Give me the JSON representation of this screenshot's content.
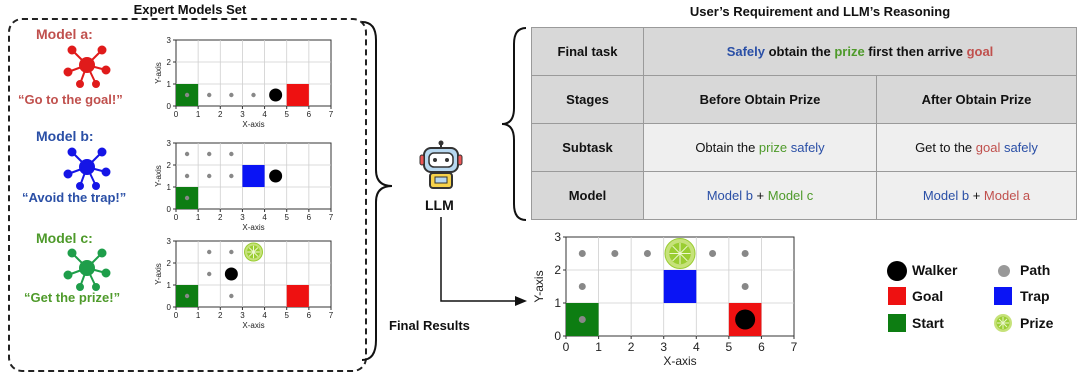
{
  "headers": {
    "expert_set": "Expert Models Set",
    "reasoning": "User’s Requirement and LLM’s Reasoning"
  },
  "models": [
    {
      "title": "Model a:",
      "quote": "“Go to the goal!”",
      "color": "#c0504d"
    },
    {
      "title": "Model b:",
      "quote": "“Avoid the trap!”",
      "color": "#2a4fa6"
    },
    {
      "title": "Model c:",
      "quote": "“Get the prize!”",
      "color": "#4e9a2a"
    }
  ],
  "llm_label": "LLM",
  "final_results_label": "Final Results",
  "table": {
    "final_task_label": "Final task",
    "final_task": {
      "w1": "Safely",
      "w2": " obtain the ",
      "w3": "prize",
      "w4": " first then arrive ",
      "w5": "goal"
    },
    "stages_label": "Stages",
    "stage_before": "Before Obtain Prize",
    "stage_after": "After Obtain Prize",
    "subtask_label": "Subtask",
    "subtask_before": {
      "a": "Obtain the ",
      "b": "prize",
      "c": " safely"
    },
    "subtask_after": {
      "a": "Get to the ",
      "b": "goal",
      "c": " safely"
    },
    "model_label": "Model",
    "model_before": {
      "a": "Model b",
      "b": " + ",
      "c": "Model c"
    },
    "model_after": {
      "a": "Model b",
      "b": " + ",
      "c": "Model a"
    }
  },
  "axes": {
    "x_label": "X-axis",
    "y_label": "Y-axis",
    "x_ticks": [
      "0",
      "1",
      "2",
      "3",
      "4",
      "5",
      "6",
      "7"
    ],
    "y_ticks": [
      "0",
      "1",
      "2",
      "3"
    ]
  },
  "legend": [
    {
      "label": "Walker",
      "icon": "black-circle"
    },
    {
      "label": "Path",
      "icon": "gray-dot"
    },
    {
      "label": "Goal",
      "icon": "red-square"
    },
    {
      "label": "Trap",
      "icon": "blue-square"
    },
    {
      "label": "Start",
      "icon": "green-square"
    },
    {
      "label": "Prize",
      "icon": "lime-slice"
    }
  ],
  "colors": {
    "goal": "#ee1111",
    "trap": "#0a14f5",
    "start": "#0d7d12",
    "walker": "#000000",
    "path": "#888888",
    "prize": "#9acd32"
  }
}
